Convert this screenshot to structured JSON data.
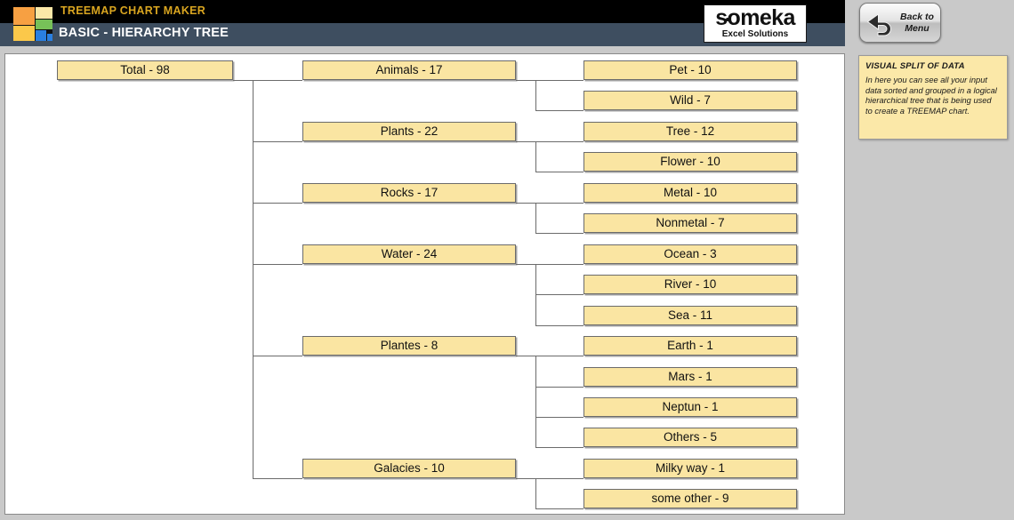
{
  "header": {
    "app_title": "TREEMAP CHART MAKER",
    "page_subtitle": "BASIC - HIERARCHY TREE",
    "logo_icon": "treemap-logo-icon",
    "brand": {
      "word": "someka",
      "tagline": "Excel Solutions"
    },
    "back_button": {
      "line1": "Back to",
      "line2": "Menu",
      "icon": "back-arrow-icon"
    }
  },
  "note": {
    "title": "VISUAL SPLIT OF DATA",
    "body": "In here you can see all your input data sorted and grouped in a logical hierarchical tree that is being used to create a TREEMAP chart."
  },
  "chart_data": {
    "type": "hierarchy-tree",
    "title": "BASIC - HIERARCHY TREE",
    "root": {
      "label": "Total - 98",
      "name": "Total",
      "value": 98
    },
    "groups": [
      {
        "label": "Animals - 17",
        "name": "Animals",
        "value": 17,
        "children": [
          {
            "label": "Pet - 10",
            "name": "Pet",
            "value": 10
          },
          {
            "label": "Wild - 7",
            "name": "Wild",
            "value": 7
          }
        ]
      },
      {
        "label": "Plants - 22",
        "name": "Plants",
        "value": 22,
        "children": [
          {
            "label": "Tree - 12",
            "name": "Tree",
            "value": 12
          },
          {
            "label": "Flower - 10",
            "name": "Flower",
            "value": 10
          }
        ]
      },
      {
        "label": "Rocks - 17",
        "name": "Rocks",
        "value": 17,
        "children": [
          {
            "label": "Metal - 10",
            "name": "Metal",
            "value": 10
          },
          {
            "label": "Nonmetal - 7",
            "name": "Nonmetal",
            "value": 7
          }
        ]
      },
      {
        "label": "Water - 24",
        "name": "Water",
        "value": 24,
        "children": [
          {
            "label": "Ocean - 3",
            "name": "Ocean",
            "value": 3
          },
          {
            "label": "River - 10",
            "name": "River",
            "value": 10
          },
          {
            "label": "Sea - 11",
            "name": "Sea",
            "value": 11
          }
        ]
      },
      {
        "label": "Plantes - 8",
        "name": "Plantes",
        "value": 8,
        "children": [
          {
            "label": "Earth - 1",
            "name": "Earth",
            "value": 1
          },
          {
            "label": "Mars - 1",
            "name": "Mars",
            "value": 1
          },
          {
            "label": "Neptun - 1",
            "name": "Neptun",
            "value": 1
          },
          {
            "label": "Others - 5",
            "name": "Others",
            "value": 5
          }
        ]
      },
      {
        "label": "Galacies - 10",
        "name": "Galacies",
        "value": 10,
        "children": [
          {
            "label": "Milky way - 1",
            "name": "Milky way",
            "value": 1
          },
          {
            "label": "some other - 9",
            "name": "some other",
            "value": 9
          }
        ]
      }
    ]
  },
  "colors": {
    "node_fill": "#fae5a2",
    "node_border": "#6b6b6b",
    "header_top": "#000000",
    "header_bottom": "#3e4e60",
    "title_accent": "#d9a520",
    "note_fill": "#fbe8a8",
    "page_background": "#c9c9c9"
  }
}
